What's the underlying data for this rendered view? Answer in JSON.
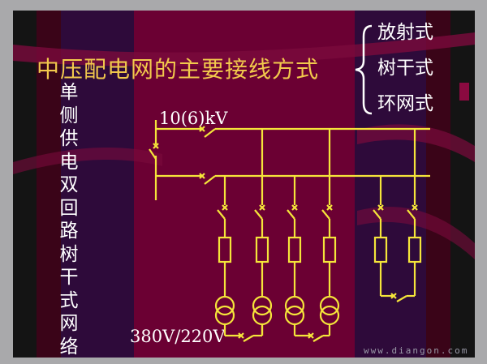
{
  "title": "中压配电网的主要接线方式",
  "types": [
    "放射式",
    "树干式",
    "环网式"
  ],
  "side_label": "单侧供电双回路树干式网络",
  "voltage_high": "10(6)kV",
  "voltage_low": "380V/220V",
  "watermark": "www.diangon.com",
  "colors": {
    "line": "#f5e53a",
    "title": "#f2c94c",
    "panel": "#6b0033",
    "band": "#2e0a3a"
  }
}
